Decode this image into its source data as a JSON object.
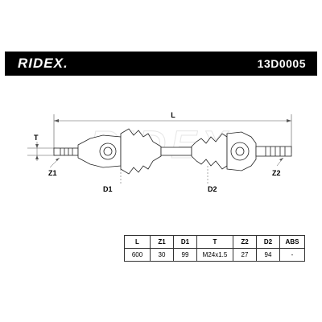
{
  "header": {
    "brand": "RIDEX.",
    "part_number": "13D0005"
  },
  "watermark": "RIDEX",
  "labels": {
    "L": "L",
    "T": "T",
    "Z1": "Z1",
    "Z2": "Z2",
    "D1": "D1",
    "D2": "D2"
  },
  "specs": {
    "headers": [
      "L",
      "Z1",
      "D1",
      "T",
      "Z2",
      "D2",
      "ABS"
    ],
    "values": [
      "600",
      "30",
      "99",
      "M24x1.5",
      "27",
      "94",
      "-"
    ]
  }
}
